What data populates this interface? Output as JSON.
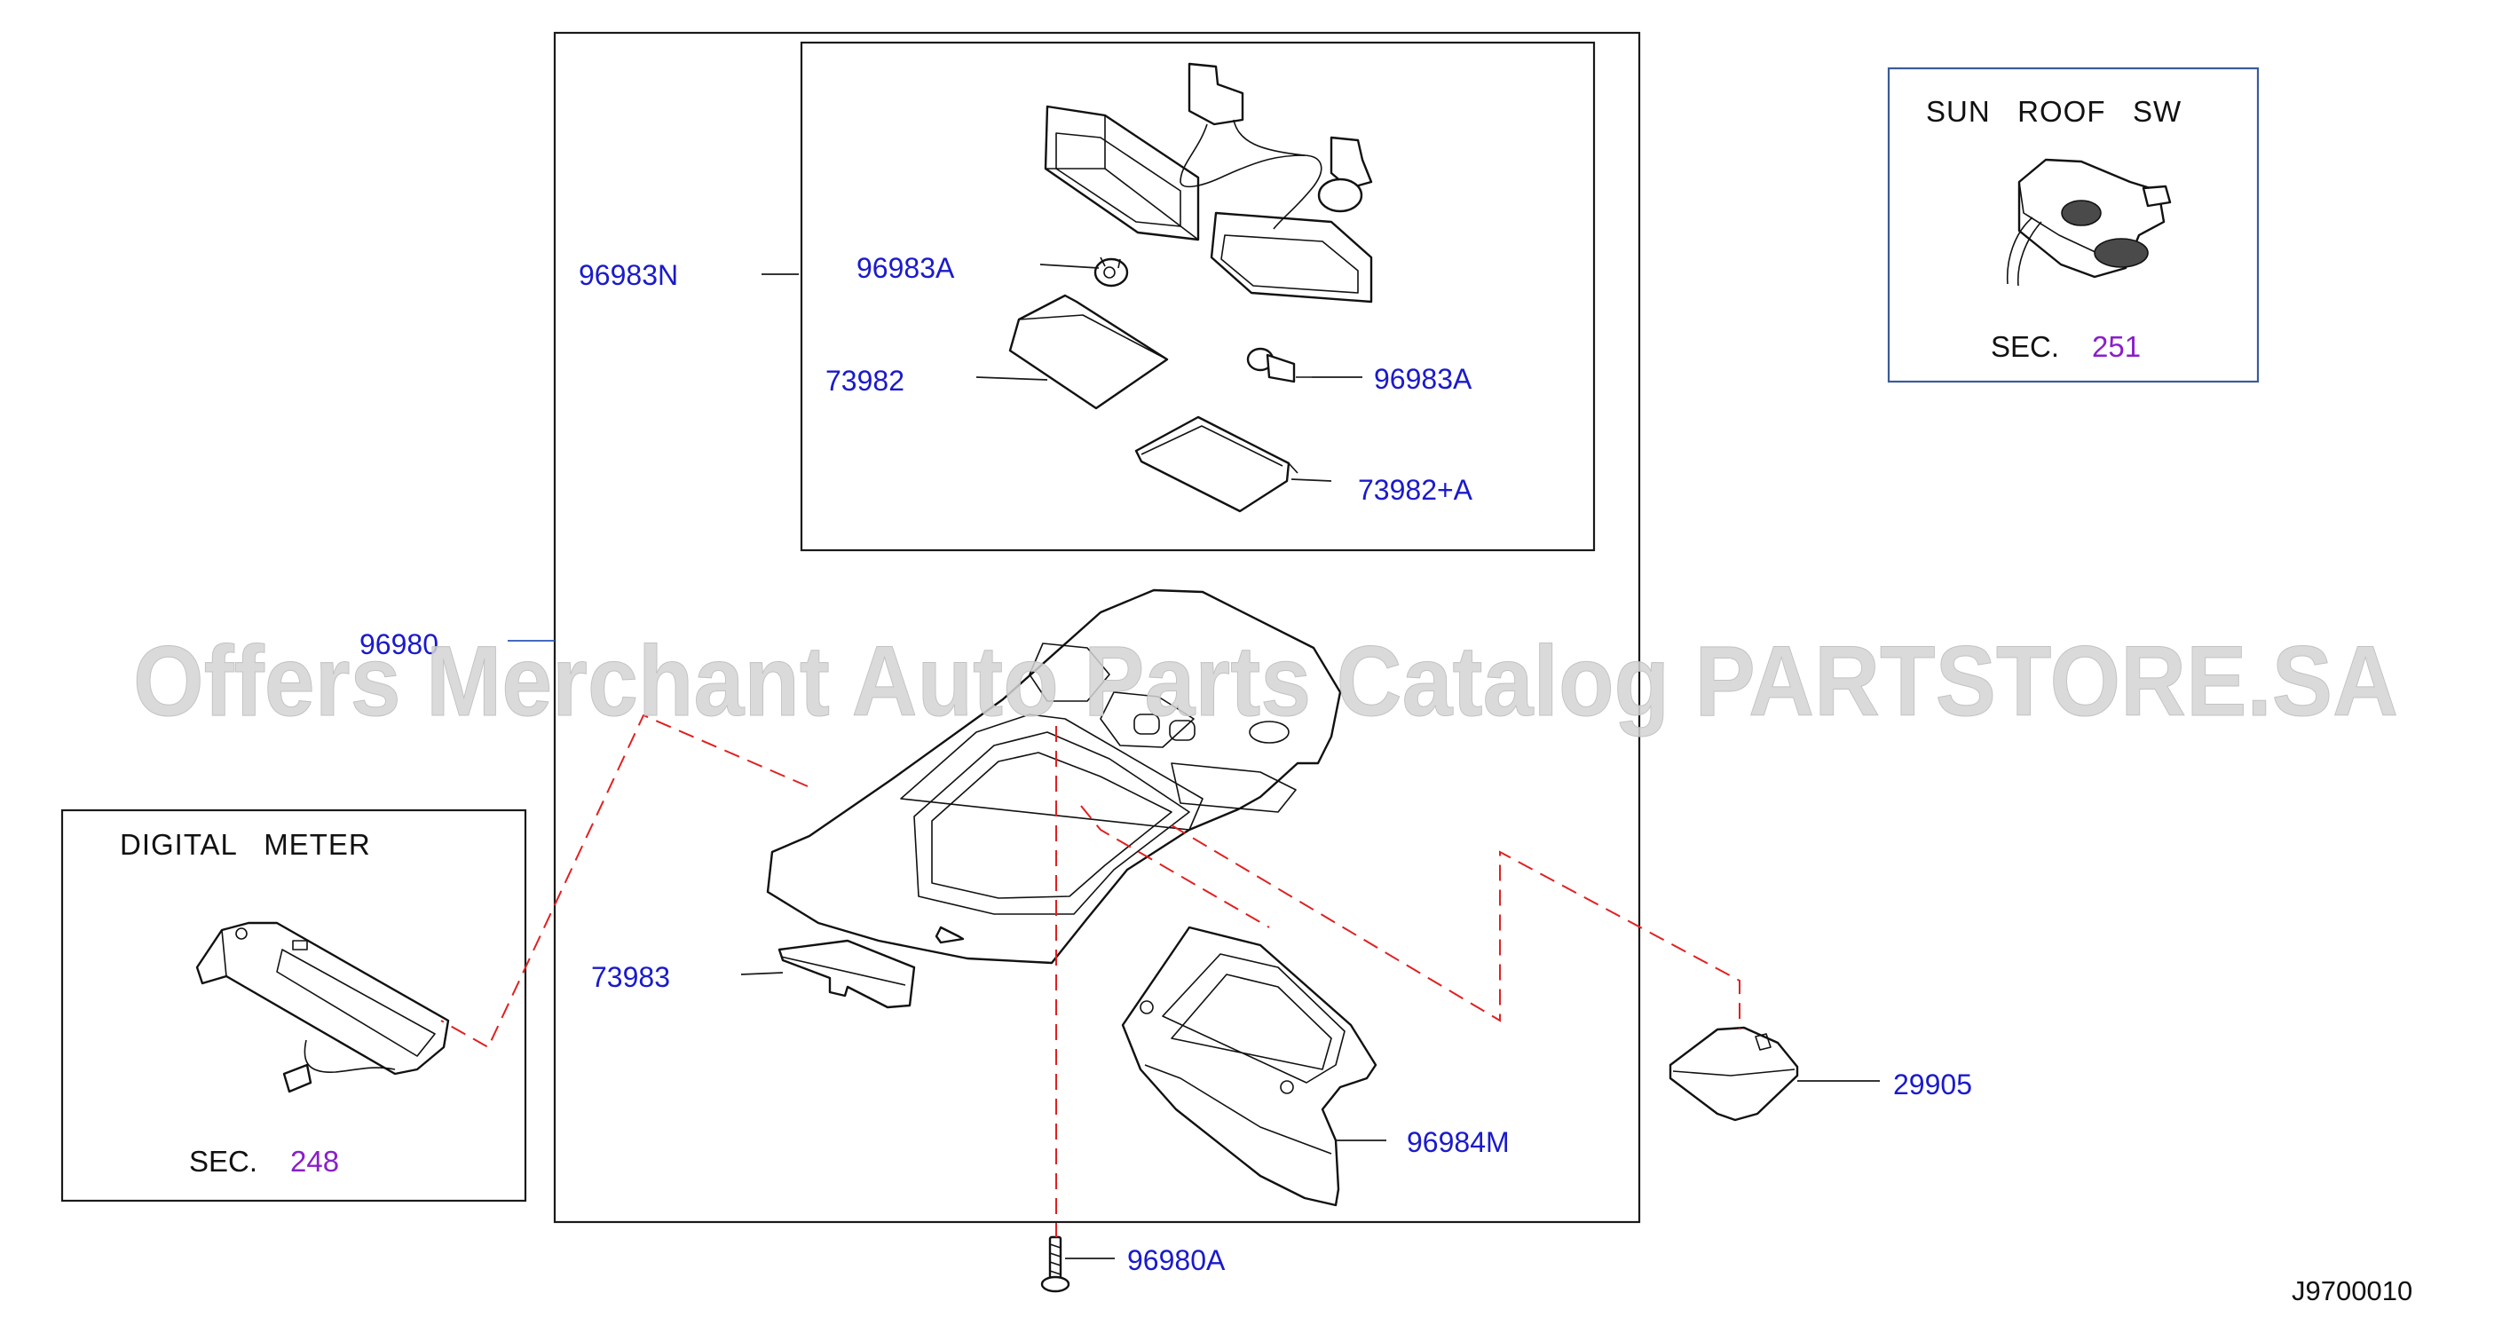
{
  "watermark": "Offers Merchant Auto Parts Catalog PARTSTORE.SA",
  "diagram_code": "J9700010",
  "colors": {
    "part_label": "#1a1acc",
    "sec_number": "#8a1fc9",
    "dashed_connector": "#e02020",
    "sun_roof_frame": "#3a5b9a"
  },
  "parts": {
    "lamp_assembly_group": "96983N",
    "bulb_upper": "96983A",
    "bulb_lower": "96983A",
    "lens_left": "73982",
    "lens_right": "73982+A",
    "console_main": "96980",
    "bracket_small": "73983",
    "bracket_lower": "96984M",
    "cover_cap": "29905",
    "screw": "96980A"
  },
  "digital_meter": {
    "title": "DIGITAL   METER",
    "sec_label": "SEC.",
    "sec_number": "248"
  },
  "sun_roof_sw": {
    "title": "SUN   ROOF   SW",
    "sec_label": "SEC.",
    "sec_number": "251"
  }
}
